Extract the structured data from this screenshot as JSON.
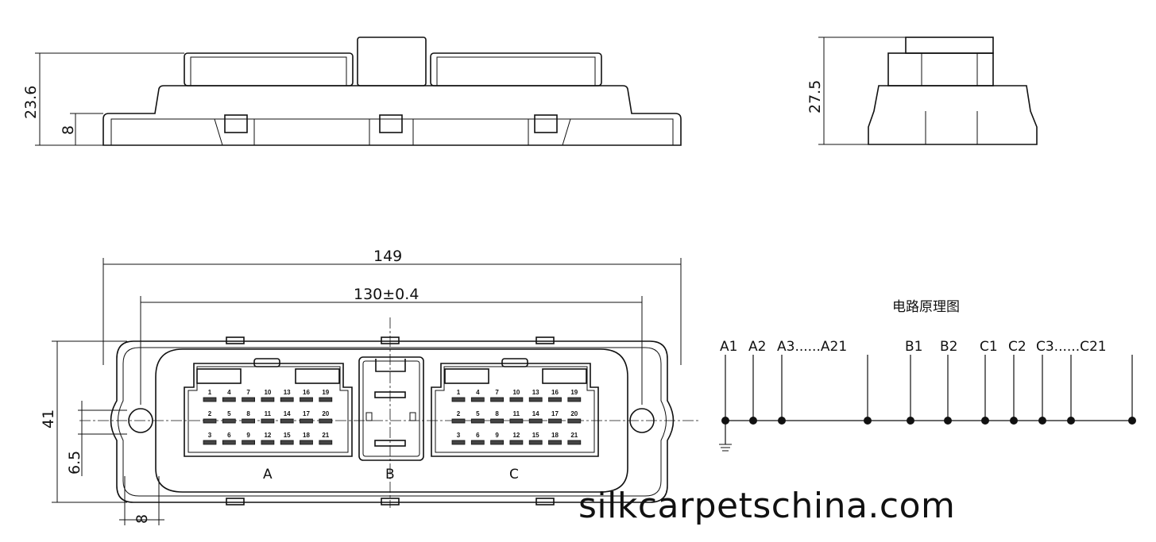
{
  "side_view": {
    "height_total": "23.6",
    "height_base": "8"
  },
  "end_view": {
    "height_total": "27.5"
  },
  "front_view": {
    "width_total": "149",
    "hole_spacing": "130±0.4",
    "height_total": "41",
    "offset": "6.5",
    "flange": "8",
    "connector_labels": {
      "a": "A",
      "b": "B",
      "c": "C"
    },
    "pin_rows": [
      [
        "1",
        "4",
        "7",
        "10",
        "13",
        "16",
        "19"
      ],
      [
        "2",
        "5",
        "8",
        "11",
        "14",
        "17",
        "20"
      ],
      [
        "3",
        "6",
        "9",
        "12",
        "15",
        "18",
        "21"
      ]
    ]
  },
  "schematic": {
    "title": "电路原理图",
    "labels": [
      "A1",
      "A2",
      "A3......A21",
      "B1",
      "B2",
      "C1",
      "C2",
      "C3......C21"
    ]
  },
  "watermark": "silkcarpetschina.com"
}
